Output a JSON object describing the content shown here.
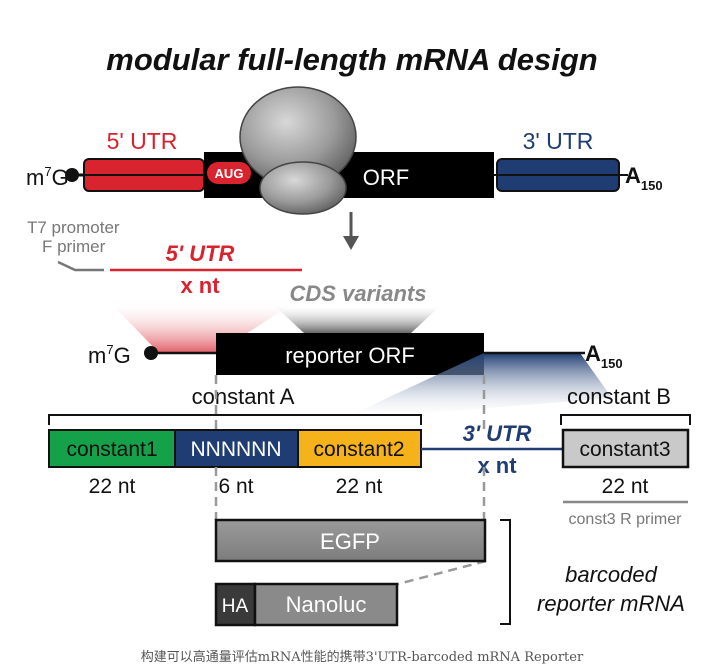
{
  "title": "modular full-length mRNA design",
  "top": {
    "cap": "m7G",
    "cap_base": "m",
    "cap_sup": "7",
    "cap_tail": "G",
    "utr5": "5' UTR",
    "aug": "AUG",
    "orf": "ORF",
    "utr3": "3' UTR",
    "polyA_base": "A",
    "polyA_sub": "150"
  },
  "primers": {
    "t7_line1": "T7 promoter",
    "t7_line2": "F primer",
    "utr5_variant": "5' UTR",
    "utr5_len": "x nt",
    "cds_variants": "CDS variants"
  },
  "reporter": {
    "cap_base": "m",
    "cap_sup": "7",
    "cap_tail": "G",
    "orf": "reporter ORF",
    "polyA_base": "A",
    "polyA_sub": "150"
  },
  "constructs": {
    "constant_a": "constant A",
    "constant_b": "constant B",
    "constant1": "constant1",
    "barcode": "NNNNNN",
    "constant2": "constant2",
    "utr3": "3' UTR",
    "utr3_len": "x nt",
    "constant3": "constant3",
    "len1": "22 nt",
    "len_barcode": "6 nt",
    "len2": "22 nt",
    "len3": "22 nt",
    "const3_primer": "const3 R primer"
  },
  "reporters": {
    "egfp": "EGFP",
    "ha": "HA",
    "nanoluc": "Nanoluc",
    "caption_line1": "barcoded",
    "caption_line2": "reporter mRNA"
  },
  "footer": "构建可以高通量评估mRNA性能的携带3'UTR-barcoded mRNA Reporter",
  "colors": {
    "utr5": "#d9232e",
    "utr3": "#1f3d73",
    "constant1": "#15a14a",
    "barcode": "#1f3d73",
    "constant2": "#f5b21a",
    "grey_box": "#8a8a8a",
    "ha_box": "#3a3a3a"
  }
}
